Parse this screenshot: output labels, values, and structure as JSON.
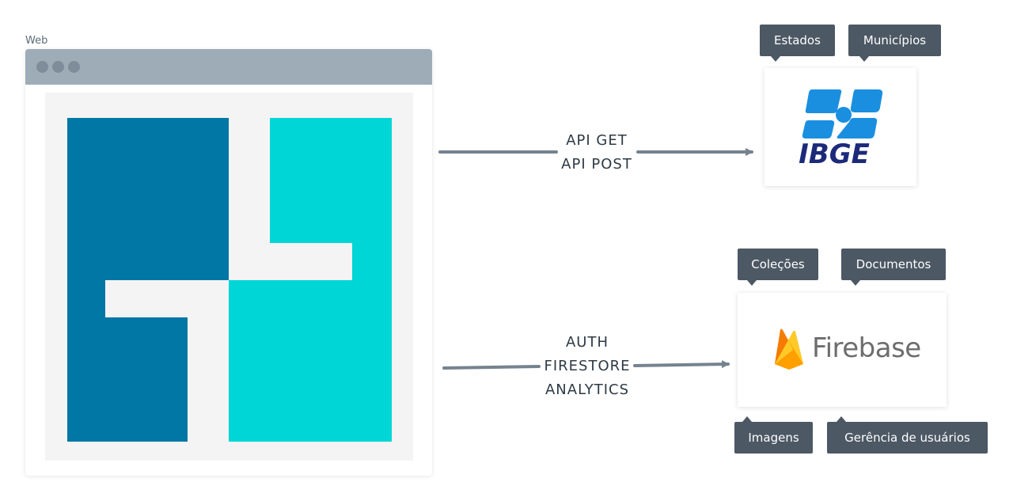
{
  "web": {
    "label": "Web"
  },
  "ibge": {
    "logo_text": "IBGE",
    "tags": [
      "Estados",
      "Municípios"
    ]
  },
  "firebase": {
    "name": "Firebase",
    "tags_top": [
      "Coleções",
      "Documentos"
    ],
    "tags_bottom": [
      "Imagens",
      "Gerência de usuários"
    ]
  },
  "connections": {
    "ibge": [
      "API GET",
      "API POST"
    ],
    "firebase": [
      "AUTH",
      "FIRESTORE",
      "ANALYTICS"
    ]
  },
  "colors": {
    "logo_dark": "#0077a5",
    "logo_light": "#00d6d6",
    "ibge_blue": "#1a8fe0",
    "ibge_text": "#1d2a7a",
    "tag_bg": "#4c5864",
    "arrow": "#75838f"
  }
}
